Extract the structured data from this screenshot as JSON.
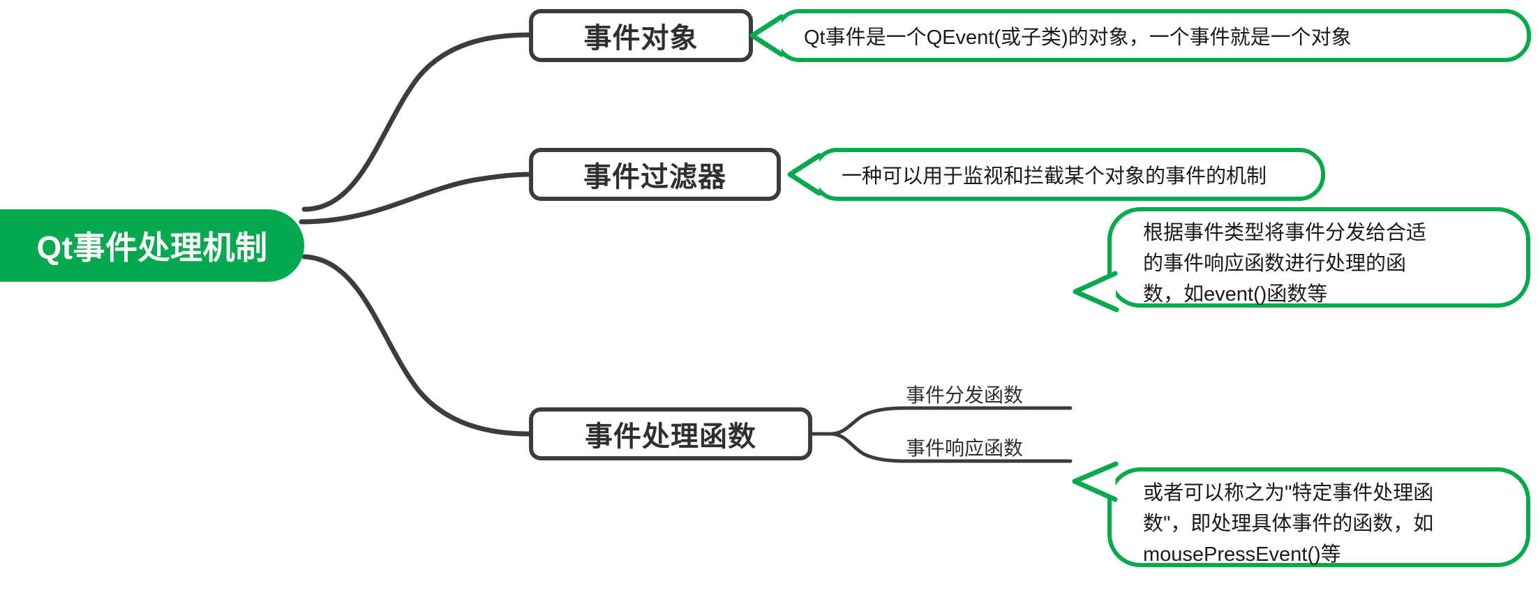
{
  "diagram": {
    "type": "mind-map",
    "orientation": "left-to-right",
    "background_color": "#FFFFFF",
    "accent_green": "#06A94E",
    "node_border_color": "#3C3C3C",
    "connector_color": "#3C3C3C",
    "text_color": "#2E2E2E"
  },
  "central_node": {
    "label": "Qt事件处理机制",
    "fill": "#06A94E",
    "text_color": "#FFFFFF"
  },
  "branches": [
    {
      "id": "event-object",
      "label": "事件对象",
      "callout": {
        "lines": [
          "Qt事件是一个QEvent(或子类)的对象，一个事件就是一个对象"
        ],
        "border_color": "#06A94E"
      },
      "sub_branches": []
    },
    {
      "id": "event-filter",
      "label": "事件过滤器",
      "callout": {
        "lines": [
          "一种可以用于监视和拦截某个对象的事件的机制"
        ],
        "border_color": "#06A94E"
      },
      "sub_branches": []
    },
    {
      "id": "event-handler",
      "label": "事件处理函数",
      "callout": null,
      "sub_branches": [
        {
          "id": "dispatch-function",
          "label": "事件分发函数",
          "callout": {
            "lines": [
              "根据事件类型将事件分发给合适",
              "的事件响应函数进行处理的函",
              "数，如event()函数等"
            ],
            "border_color": "#06A94E"
          }
        },
        {
          "id": "response-function",
          "label": "事件响应函数",
          "callout": {
            "lines": [
              "或者可以称之为\"特定事件处理函",
              "数\"，即处理具体事件的函数，如",
              "mousePressEvent()等"
            ],
            "border_color": "#06A94E"
          }
        }
      ]
    }
  ]
}
